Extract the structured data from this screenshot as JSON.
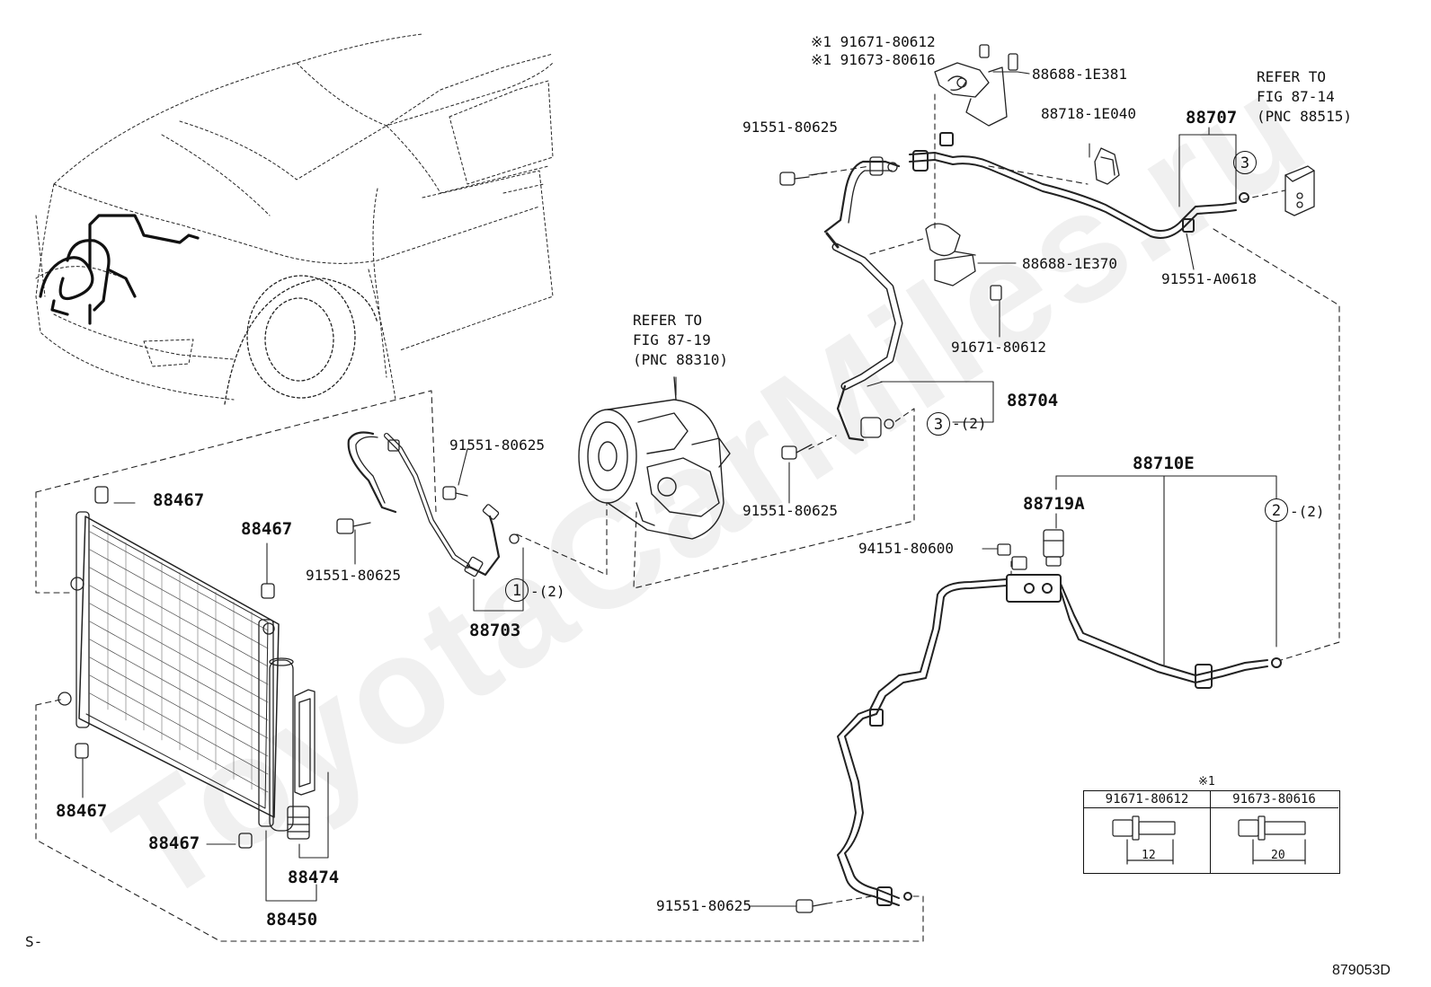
{
  "watermark": "ToyotaCarMiles.ru",
  "references": {
    "compressor": [
      "REFER TO",
      "FIG 87-19",
      "(PNC 88310)"
    ],
    "expansion_valve": [
      "REFER TO",
      "FIG 87-14",
      "(PNC 88515)"
    ]
  },
  "parts": {
    "p91671_top": "※1 91671-80612",
    "p91673_top": "※1 91673-80616",
    "p88688_1e381": "88688-1E381",
    "p91551_80625_a": "91551-80625",
    "p88718": "88718-1E040",
    "p88707": "88707",
    "p88688_1e370": "88688-1E370",
    "p91551_a0618": "91551-A0618",
    "p91671_mid": "91671-80612",
    "p88704": "88704",
    "p91551_80625_b": "91551-80625",
    "p91551_80625_c": "91551-80625",
    "p91551_80625_d": "91551-80625",
    "p88467_a": "88467",
    "p88467_b": "88467",
    "p88467_c": "88467",
    "p88467_d": "88467",
    "p88703": "88703",
    "p88710e": "88710E",
    "p88719a": "88719A",
    "p94151": "94151-80600",
    "p88474": "88474",
    "p88450": "88450",
    "p91551_80625_e": "91551-80625"
  },
  "callouts": {
    "c1": "1",
    "c2": "2",
    "c3a": "3",
    "c3b": "3",
    "q1": "-(2)",
    "q2": "-(2)",
    "q3": "-(2)"
  },
  "note": {
    "marker": "※1",
    "col1": "91671-80612",
    "col2": "91673-80616",
    "len1": "12",
    "len2": "20"
  },
  "footer": {
    "left": "S-",
    "right": "879053D"
  }
}
